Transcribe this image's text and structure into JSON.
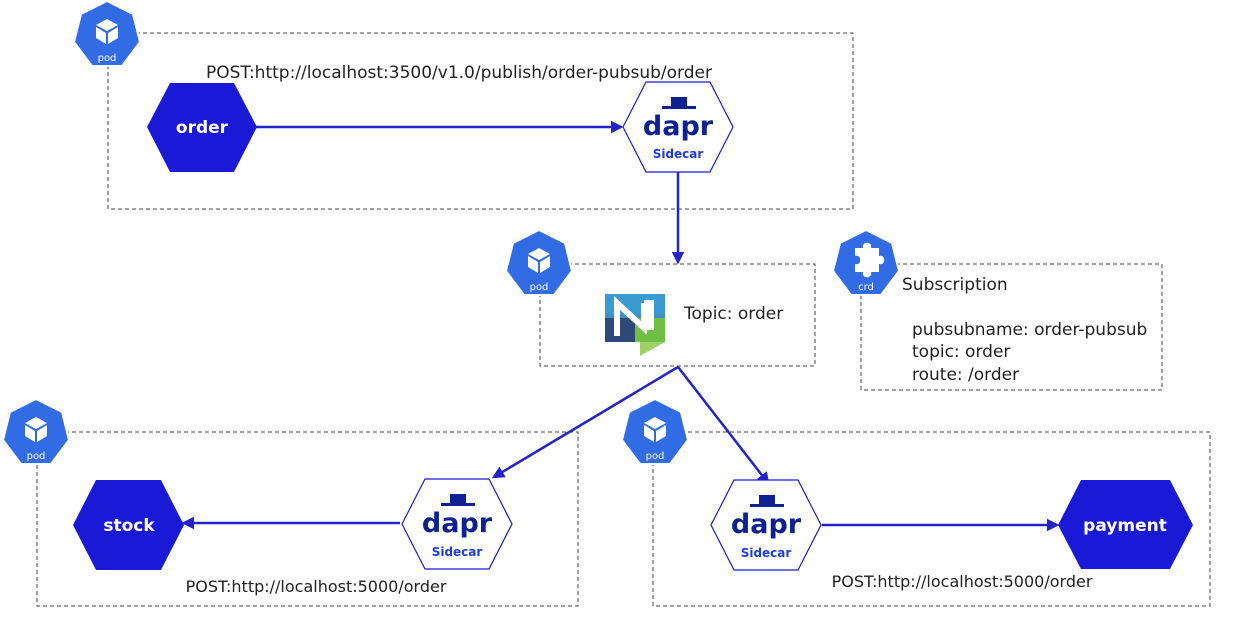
{
  "pods": {
    "order_pod": {
      "badge": "pod",
      "service": "order",
      "sidecar": "dapr",
      "sidecar_label": "Sidecar",
      "endpoint": "POST:http://localhost:3500/v1.0/publish/order-pubsub/order"
    },
    "nats_pod": {
      "badge": "pod",
      "topic_label": "Topic: order"
    },
    "stock_pod": {
      "badge": "pod",
      "service": "stock",
      "sidecar": "dapr",
      "sidecar_label": "Sidecar",
      "endpoint": "POST:http://localhost:5000/order"
    },
    "payment_pod": {
      "badge": "pod",
      "service": "payment",
      "sidecar": "dapr",
      "sidecar_label": "Sidecar",
      "endpoint": "POST:http://localhost:5000/order"
    }
  },
  "subscription": {
    "badge": "crd",
    "title": "Subscription",
    "lines": [
      "pubsubname: order-pubsub",
      "topic: order",
      "route: /order"
    ]
  },
  "colors": {
    "k8s_badge": "#326ce5",
    "service_fill": "#1a1ad6",
    "dapr_text": "#0d2192",
    "sidecar_text": "#1e3cd8",
    "arrow": "#2323c8",
    "nats_dark": "#2f4a78",
    "nats_mid": "#3f8fc2",
    "nats_green": "#6fbf43",
    "nats_lightgreen": "#9fd36a"
  },
  "icons": {
    "pod": "cube-icon",
    "crd": "puzzle-icon",
    "nats": "nats-logo-icon",
    "dapr": "dapr-hat-icon"
  }
}
